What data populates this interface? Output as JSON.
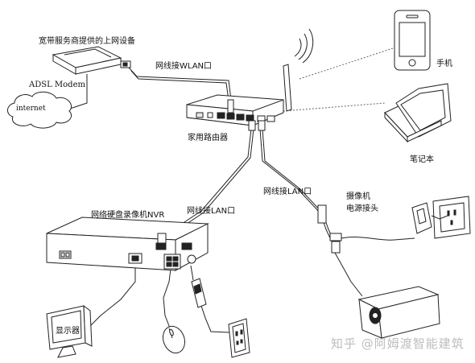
{
  "labels": {
    "isp_device": "宽带服务商提供的上网设备",
    "adsl_modem": "ADSL Modem",
    "internet": "internet",
    "wan_port": "网线接WLAN口",
    "router": "家用路由器",
    "phone": "手机",
    "laptop": "笔记本",
    "lan_to_camera": "网线接LAN口",
    "camera": "摄像机",
    "power_connector": "电源接头",
    "nvr": "网络硬盘录像机NVR",
    "lan_to_nvr": "网线接LAN口",
    "monitor": "显示器"
  },
  "watermark": "知乎 @阿姆渡智能建筑"
}
